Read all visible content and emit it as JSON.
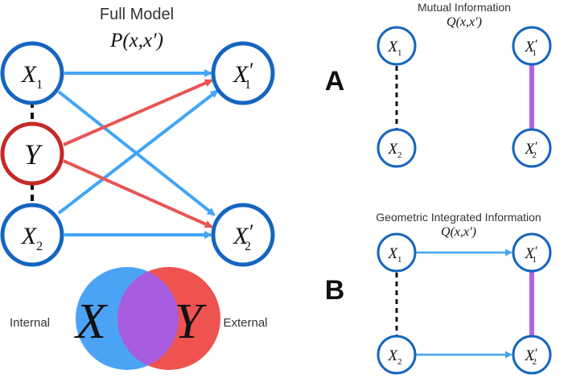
{
  "full_model": {
    "title": "Full Model",
    "formula": "P(x,x′)",
    "nodes": {
      "x1": {
        "label": "X",
        "sub": "1",
        "prime": ""
      },
      "y": {
        "label": "Y",
        "sub": "",
        "prime": ""
      },
      "x2": {
        "label": "X",
        "sub": "2",
        "prime": ""
      },
      "x1p": {
        "label": "X",
        "sub": "1",
        "prime": "′"
      },
      "x2p": {
        "label": "X",
        "sub": "2",
        "prime": "′"
      }
    }
  },
  "venn": {
    "left_label": "Internal",
    "left_letter": "X",
    "right_letter": "Y",
    "right_label": "External"
  },
  "panel_a": {
    "letter": "A",
    "title": "Mutual Information",
    "formula": "Q(x,x′)"
  },
  "panel_b": {
    "letter": "B",
    "title": "Geometric Integrated Information",
    "formula": "Q(x,x′)"
  },
  "small_nodes": {
    "x1": {
      "label": "X",
      "sub": "1",
      "prime": ""
    },
    "x2": {
      "label": "X",
      "sub": "2",
      "prime": ""
    },
    "x1p": {
      "label": "X",
      "sub": "1",
      "prime": "′"
    },
    "x2p": {
      "label": "X",
      "sub": "2",
      "prime": "′"
    }
  },
  "colors": {
    "node_blue": "#1565c0",
    "node_red": "#c62828",
    "arrow_blue": "#42a5f5",
    "arrow_red": "#e85555",
    "venn_blue": "#4ba3f5",
    "venn_red": "#ef5350",
    "venn_overlap": "#a85ce0",
    "purple_edge": "#b264e0"
  }
}
